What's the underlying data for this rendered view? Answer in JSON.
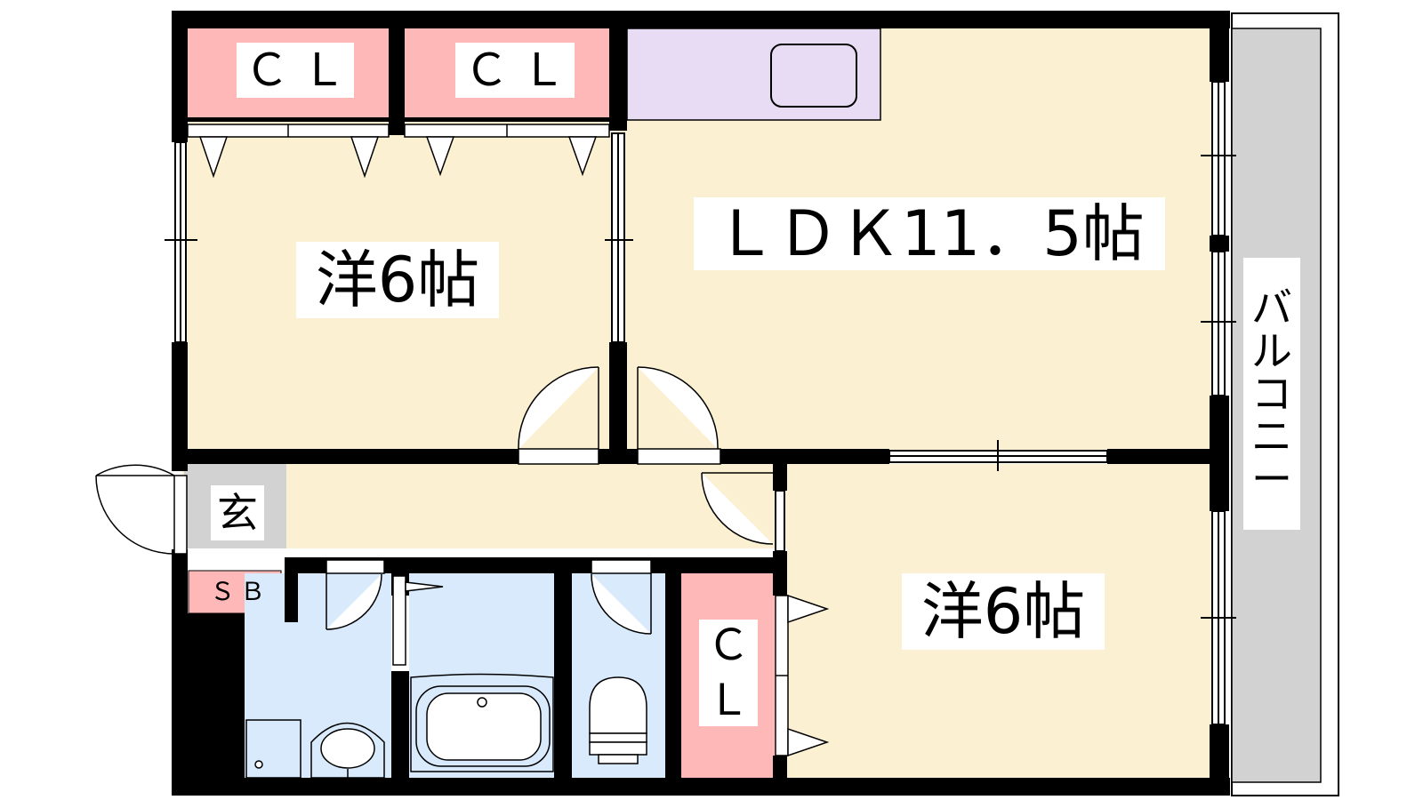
{
  "labels": {
    "closet_top_left": "ＣＬ",
    "closet_top_mid": "ＣＬ",
    "ldk": "ＬＤＫ11．5帖",
    "western_room_top": "洋6帖",
    "western_room_bottom": "洋6帖",
    "entrance": "玄",
    "shoe_box": "ＳＢ",
    "closet_bottom_c": "Ｃ",
    "closet_bottom_l": "Ｌ",
    "balcony_chars": [
      "バ",
      "ル",
      "コ",
      "ニ",
      "ー"
    ]
  },
  "colors": {
    "wall": "#000000",
    "room": "#fcf0d2",
    "closet": "#ffb8b8",
    "kitchen": "#e8dcf4",
    "wet_area": "#d9eafc",
    "entrance": "#d2d2d2",
    "balcony": "#d2d2d2",
    "label_bg": "#ffffff"
  },
  "icons": [
    "door-swing-icon",
    "window-icon",
    "sink-icon",
    "bathtub-icon",
    "toilet-icon",
    "washbasin-icon",
    "folding-door-icon"
  ]
}
